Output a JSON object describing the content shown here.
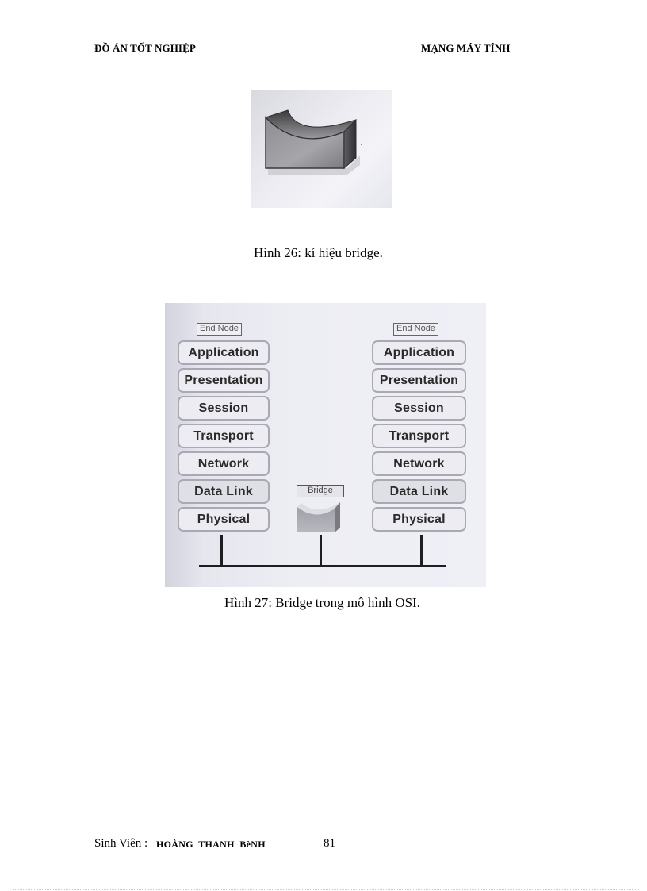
{
  "header": {
    "left": "ĐỒ ÁN TỐT NGHIỆP",
    "right": "MẠNG MÁY TÍNH"
  },
  "figure26": {
    "image": "bridge-symbol-icon",
    "caption": "Hình 26: kí hiệu bridge."
  },
  "figure27": {
    "caption": "Hình 27: Bridge trong mô hình OSI.",
    "left_node": {
      "label": "End Node",
      "layers": [
        "Application",
        "Presentation",
        "Session",
        "Transport",
        "Network",
        "Data Link",
        "Physical"
      ]
    },
    "right_node": {
      "label": "End Node",
      "layers": [
        "Application",
        "Presentation",
        "Session",
        "Transport",
        "Network",
        "Data Link",
        "Physical"
      ]
    },
    "bridge": {
      "label": "Bridge"
    },
    "colors": {
      "layer_fill": "#ececf2",
      "layer_border": "#a9a9b3",
      "bus_line": "#1e1e1e",
      "background": "#ededf4"
    }
  },
  "footer": {
    "label": "Sinh Viên :",
    "student_name": "HOÀNG  THANH  BèNH",
    "page_number": "81"
  }
}
